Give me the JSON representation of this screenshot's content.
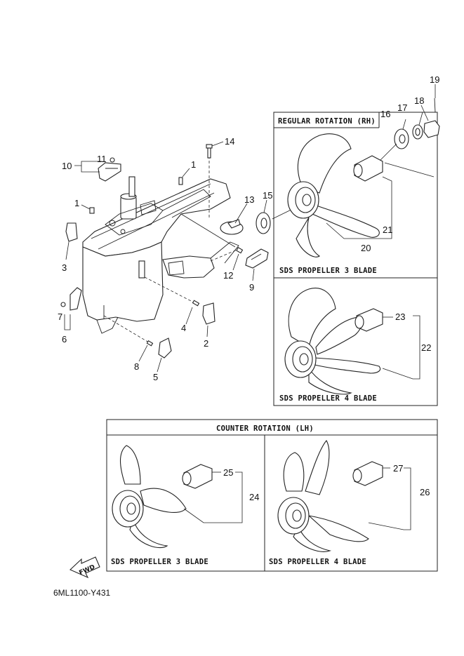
{
  "diagram": {
    "code": "6ML1100-Y431",
    "fwd_label": "FWD",
    "regular_rotation_title": "REGULAR ROTATION (RH)",
    "counter_rotation_title": "COUNTER ROTATION (LH)",
    "caption_rh_3": "SDS PROPELLER 3 BLADE",
    "caption_rh_4": "SDS PROPELLER 4 BLADE",
    "caption_lh_3": "SDS PROPELLER 3 BLADE",
    "caption_lh_4": "SDS PROPELLER 4 BLADE",
    "callouts": {
      "c1a": "1",
      "c1b": "1",
      "c2": "2",
      "c3": "3",
      "c4": "4",
      "c5": "5",
      "c6": "6",
      "c7": "7",
      "c8": "8",
      "c9": "9",
      "c10": "10",
      "c11": "11",
      "c12": "12",
      "c13": "13",
      "c14": "14",
      "c15": "15",
      "c16": "16",
      "c17": "17",
      "c18": "18",
      "c19": "19",
      "c20": "20",
      "c21": "21",
      "c22": "22",
      "c23": "23",
      "c24": "24",
      "c25": "25",
      "c26": "26",
      "c27": "27"
    }
  }
}
